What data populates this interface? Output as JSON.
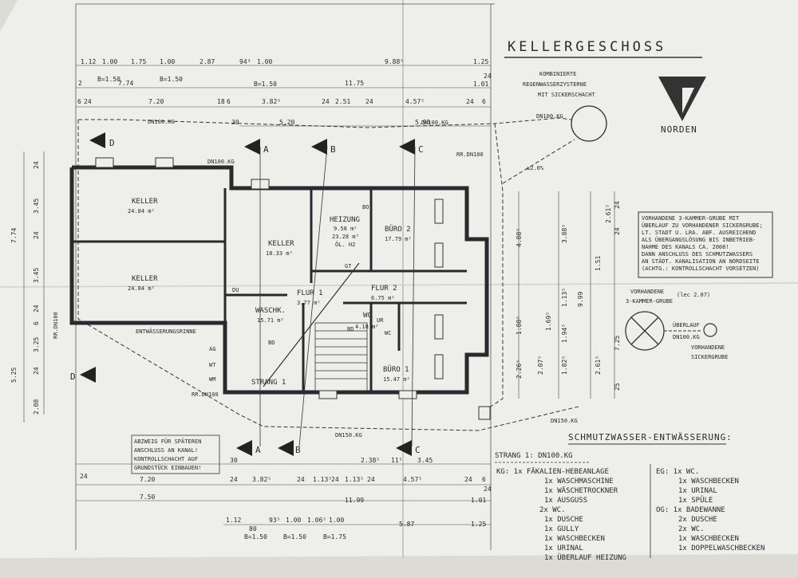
{
  "title": "KELLERGESCHOSS",
  "north_label": "NORDEN",
  "cistern_note": [
    "KOMBINIERTE",
    "REGENWASSERZYSTERNE",
    "MIT SICKERSCHACHT"
  ],
  "existing_tank_note": [
    "VORHANDENE 3-KAMMER-GRUBE MIT",
    "ÜBERLAUF ZU VORHANDENER SICKERGRUBE;",
    "LT. STADT U. LRA. ABF. AUSREICHEND",
    "ALS ÜBERGANGSLÖSUNG BIS INBETRIEB-",
    "NAHME DES KANALS CA. 2008!",
    "DANN ANSCHLUSS DES SCHMUTZWASSERS",
    "AN STÄDT. KANALISATION AN NORDSEITE",
    "(ACHTG.: KONTROLLSCHACHT VORSETZEN)"
  ],
  "tank_label": [
    "VORHANDENE",
    "3-KAMMER-GRUBE"
  ],
  "overflow_label": [
    "ÜBERLAUF",
    "DN100.KG"
  ],
  "seepage_label": [
    "VORHANDENE",
    "SICKERGRUBE"
  ],
  "handwritten_note": "(lec 2.07)",
  "rooms": [
    {
      "name": "KELLER",
      "area": "24.84 m²"
    },
    {
      "name": "KELLER",
      "area": "24.84 m²"
    },
    {
      "name": "KELLER",
      "area": "18.33 m²"
    },
    {
      "name": "HEIZUNG",
      "area": "9.58 m²",
      "extra1": "23.28 m³",
      "extra2": "ÖL. H2"
    },
    {
      "name": "BÜRO 2",
      "area": "17.79 m²"
    },
    {
      "name": "FLUR 1",
      "area": "3.77 m²"
    },
    {
      "name": "FLUR 2",
      "area": "6.75 m²"
    },
    {
      "name": "WASCHK.",
      "area": "15.71 m²"
    },
    {
      "name": "WC",
      "area": "4.18 m²"
    },
    {
      "name": "BÜRO 1",
      "area": "15.47 m²"
    }
  ],
  "drain_label": "ENTWÄSSERUNGSRINNE",
  "strang_label": "STRANG 1",
  "sections": [
    "A",
    "B",
    "C",
    "D"
  ],
  "pipe_labels": [
    "DN100.KG",
    "DN100.KG",
    "DN100.KG",
    "DN100.KG",
    "RR.DN100",
    "DN150.KG",
    "DN150.KG",
    "RR.DN100"
  ],
  "fixture_codes": [
    "DU",
    "AG",
    "WT",
    "WM",
    "RR.DN100",
    "BD",
    "BO",
    "GT",
    "WC",
    "BD",
    "UR"
  ],
  "slope_label": "≥2.0%",
  "connection_note": [
    "ABZWEIG FÜR SPÄTEREN",
    "ANSCHLUSS AN KANAL!",
    "KONTROLLSCHACHT AUF",
    "GRUNDSTÜCK EINBAUEN!"
  ],
  "dims_top_row1": [
    "1.12",
    "1.00",
    "1.75",
    "1.00",
    "2.87",
    "94³",
    "1.00",
    "9.88⁵",
    "1.25"
  ],
  "dims_top_row2": [
    "2",
    "7.74",
    "B=1.50",
    "B=1.50",
    "B=1.50",
    "11.75",
    "1.01",
    "24"
  ],
  "dims_top_row3": [
    "6",
    "24",
    "7.20",
    "18",
    "6",
    "3.82⁵",
    "24",
    "2.51",
    "24",
    "4.57⁵",
    "24",
    "6"
  ],
  "dims_top_row4": [
    "30",
    "5.20",
    "5.95"
  ],
  "dims_bottom_row1": [
    "30",
    "2.38⁵",
    "11⁵",
    "3.45"
  ],
  "dims_bottom_row2": [
    "24",
    "7.20",
    "24",
    "3.82⁵",
    "24",
    "1.13⁵",
    "24",
    "1.13⁵",
    "24",
    "4.57⁵",
    "24",
    "6"
  ],
  "dims_bottom_row3": [
    "7.50",
    "11.99",
    "1.01",
    "24"
  ],
  "dims_bottom_row4": [
    "1.12",
    "80",
    "93⁵",
    "1.00",
    "1.06⁵",
    "1.00",
    "5.87",
    "1.25"
  ],
  "dims_bottom_row5": [
    "B=1.50",
    "B=1.50",
    "B=1.75"
  ],
  "dims_left": [
    "24",
    "3.45",
    "24",
    "3.45",
    "24",
    "6",
    "3.25",
    "24",
    "2.08",
    "7.74",
    "5.25"
  ],
  "dims_right": [
    "2.61⁵",
    "4.88⁵",
    "3.88⁵",
    "1.51",
    "1.13⁵",
    "9.99",
    "2.26⁵",
    "1.80⁵",
    "2.07⁵",
    "1.69⁵",
    "1.94⁵",
    "1.82⁵",
    "2.61⁵",
    "7.25",
    "24",
    "25",
    "24"
  ],
  "sw_title": "SCHMUTZWASSER-ENTWÄSSERUNG:",
  "sw_strang": "STRANG 1: DN100.KG",
  "sw_kg": [
    "KG: 1x FÄKALIEN-HEBEANLAGE",
    "1x WASCHMASCHINE",
    "1x WÄSCHETROCKNER",
    "1x AUSGUSS",
    "2x WC.",
    "1x DUSCHE",
    "1x GULLY",
    "1x WASCHBECKEN",
    "1x URINAL",
    "1x ÜBERLAUF HEIZUNG"
  ],
  "sw_eg": [
    "EG: 1x WC.",
    "1x WASCHBECKEN",
    "1x URINAL",
    "1x SPÜLE"
  ],
  "sw_og": [
    "OG: 1x BADEWANNE",
    "2x DUSCHE",
    "2x WC.",
    "1x WASCHBECKEN",
    "1x DOPPELWASCHBECKEN"
  ]
}
